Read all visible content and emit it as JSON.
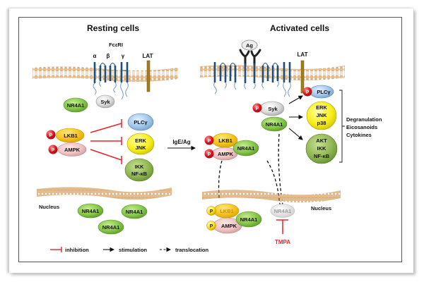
{
  "panels": {
    "resting": {
      "title": "Resting cells",
      "receptor_label": "FcεRI",
      "subunits": [
        "α",
        "β",
        "γ"
      ],
      "lat_label": "LAT",
      "proteins": {
        "nr4a1": "NR4A1",
        "syk": "Syk",
        "lkb1": "LKB1",
        "ampk": "AMPK",
        "plcg": "PLCγ",
        "erk_jnk": [
          "ERK",
          "JNK"
        ],
        "ikk_nfkb": [
          "IKK",
          "NF-κB"
        ]
      },
      "phospho": "P",
      "nucleus_label": "Nucleus",
      "nuclear_nr4a1": [
        "NR4A1",
        "NR4A1",
        "NR4A1"
      ]
    },
    "transition": {
      "label": "IgE/Ag"
    },
    "activated": {
      "title": "Activated cells",
      "antigen_label": "Ag",
      "lat_label": "LAT",
      "proteins": {
        "plcg": "PLCγ",
        "syk": "Syk",
        "nr4a1": "NR4A1",
        "erk_jnk_p38": [
          "ERK",
          "JNK",
          "p38"
        ],
        "akt_ikk_nfkb": [
          "AKT",
          "IKK",
          "NF-κB"
        ],
        "lkb1": "LKB1",
        "ampk": "AMPK",
        "complex_nr4a1": "NR4A1"
      },
      "phospho": "P",
      "outcomes": [
        "Degranulation",
        "Eicosanoids",
        "Cytokines"
      ],
      "nucleus_label": "Nucleus",
      "nuclear": {
        "lkb1": "LKB1",
        "ampk": "AMPK",
        "nr4a1_complex": "NR4A1",
        "nr4a1_inactive": "NR4A1"
      },
      "inhibitor_label": "TMPA"
    }
  },
  "legend": {
    "inhibition": "inhibition",
    "stimulation": "stimulation",
    "translocation": "translocation"
  },
  "colors": {
    "inhibition": "#e8232a",
    "nr4a1": "#7cc242",
    "syk": "#d9d9d9",
    "lkb1": "#f7c21b",
    "ampk": "#f2c4c4",
    "plcg": "#9ec3e6",
    "erk": "#f5ee1e",
    "ikk": "#8fb552",
    "phospho_red": "#d9141c",
    "phospho_yellow": "#f9e51c",
    "membrane": "#e6b178",
    "receptor": "#1f4e79",
    "lat": "#a07a1c",
    "tmpa": "#e8232a"
  }
}
